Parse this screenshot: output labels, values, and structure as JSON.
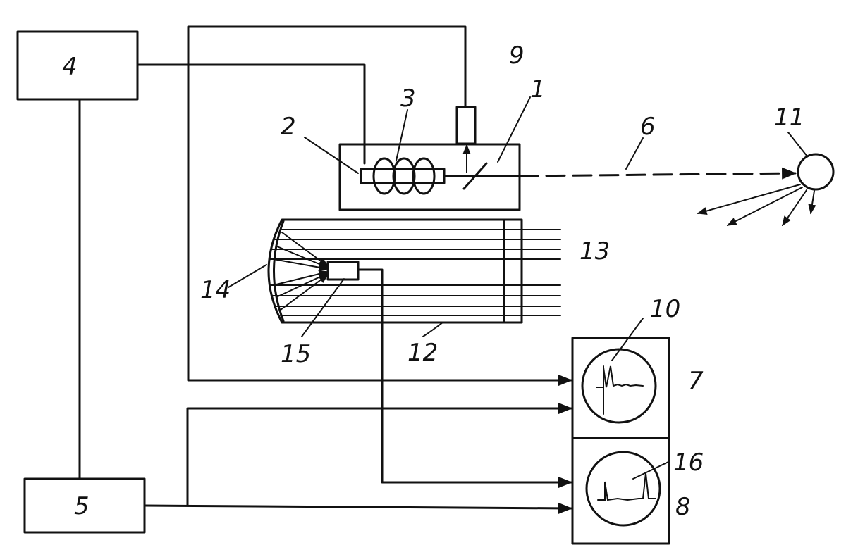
{
  "labels": {
    "n1": "1",
    "n2": "2",
    "n3": "3",
    "n4": "4",
    "n5": "5",
    "n6": "6",
    "n7": "7",
    "n8": "8",
    "n9": "9",
    "n10": "10",
    "n11": "11",
    "n12": "12",
    "n13": "13",
    "n14": "14",
    "n15": "15",
    "n16": "16"
  },
  "style": {
    "ink": "#111111",
    "paper": "#ffffff"
  }
}
